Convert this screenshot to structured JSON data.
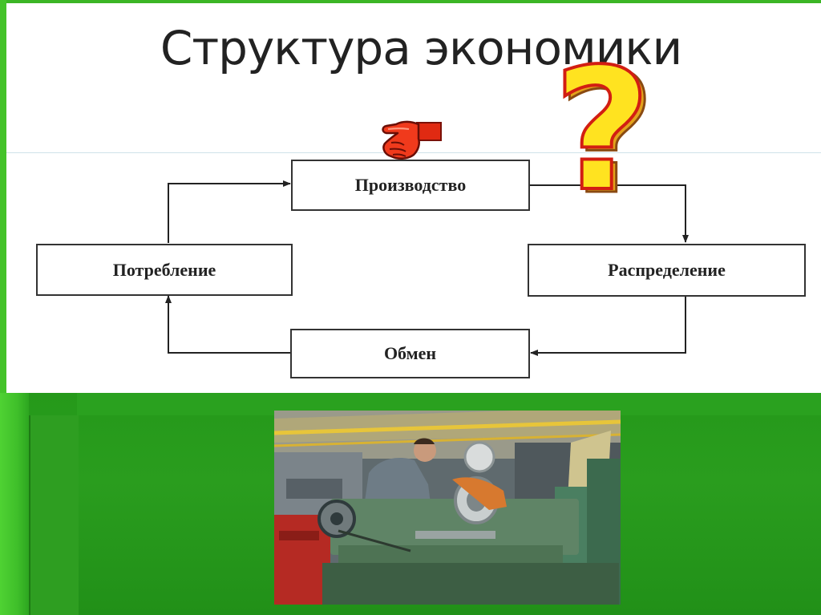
{
  "title": "Структура экономики",
  "diagram": {
    "nodes": {
      "production": "Производство",
      "distribution": "Распределение",
      "exchange": "Обмен",
      "consumption": "Потребление"
    }
  },
  "decorations": {
    "pointer": "pointing-hand-icon",
    "question": "?"
  },
  "photo": "lathe-worker-photo"
}
